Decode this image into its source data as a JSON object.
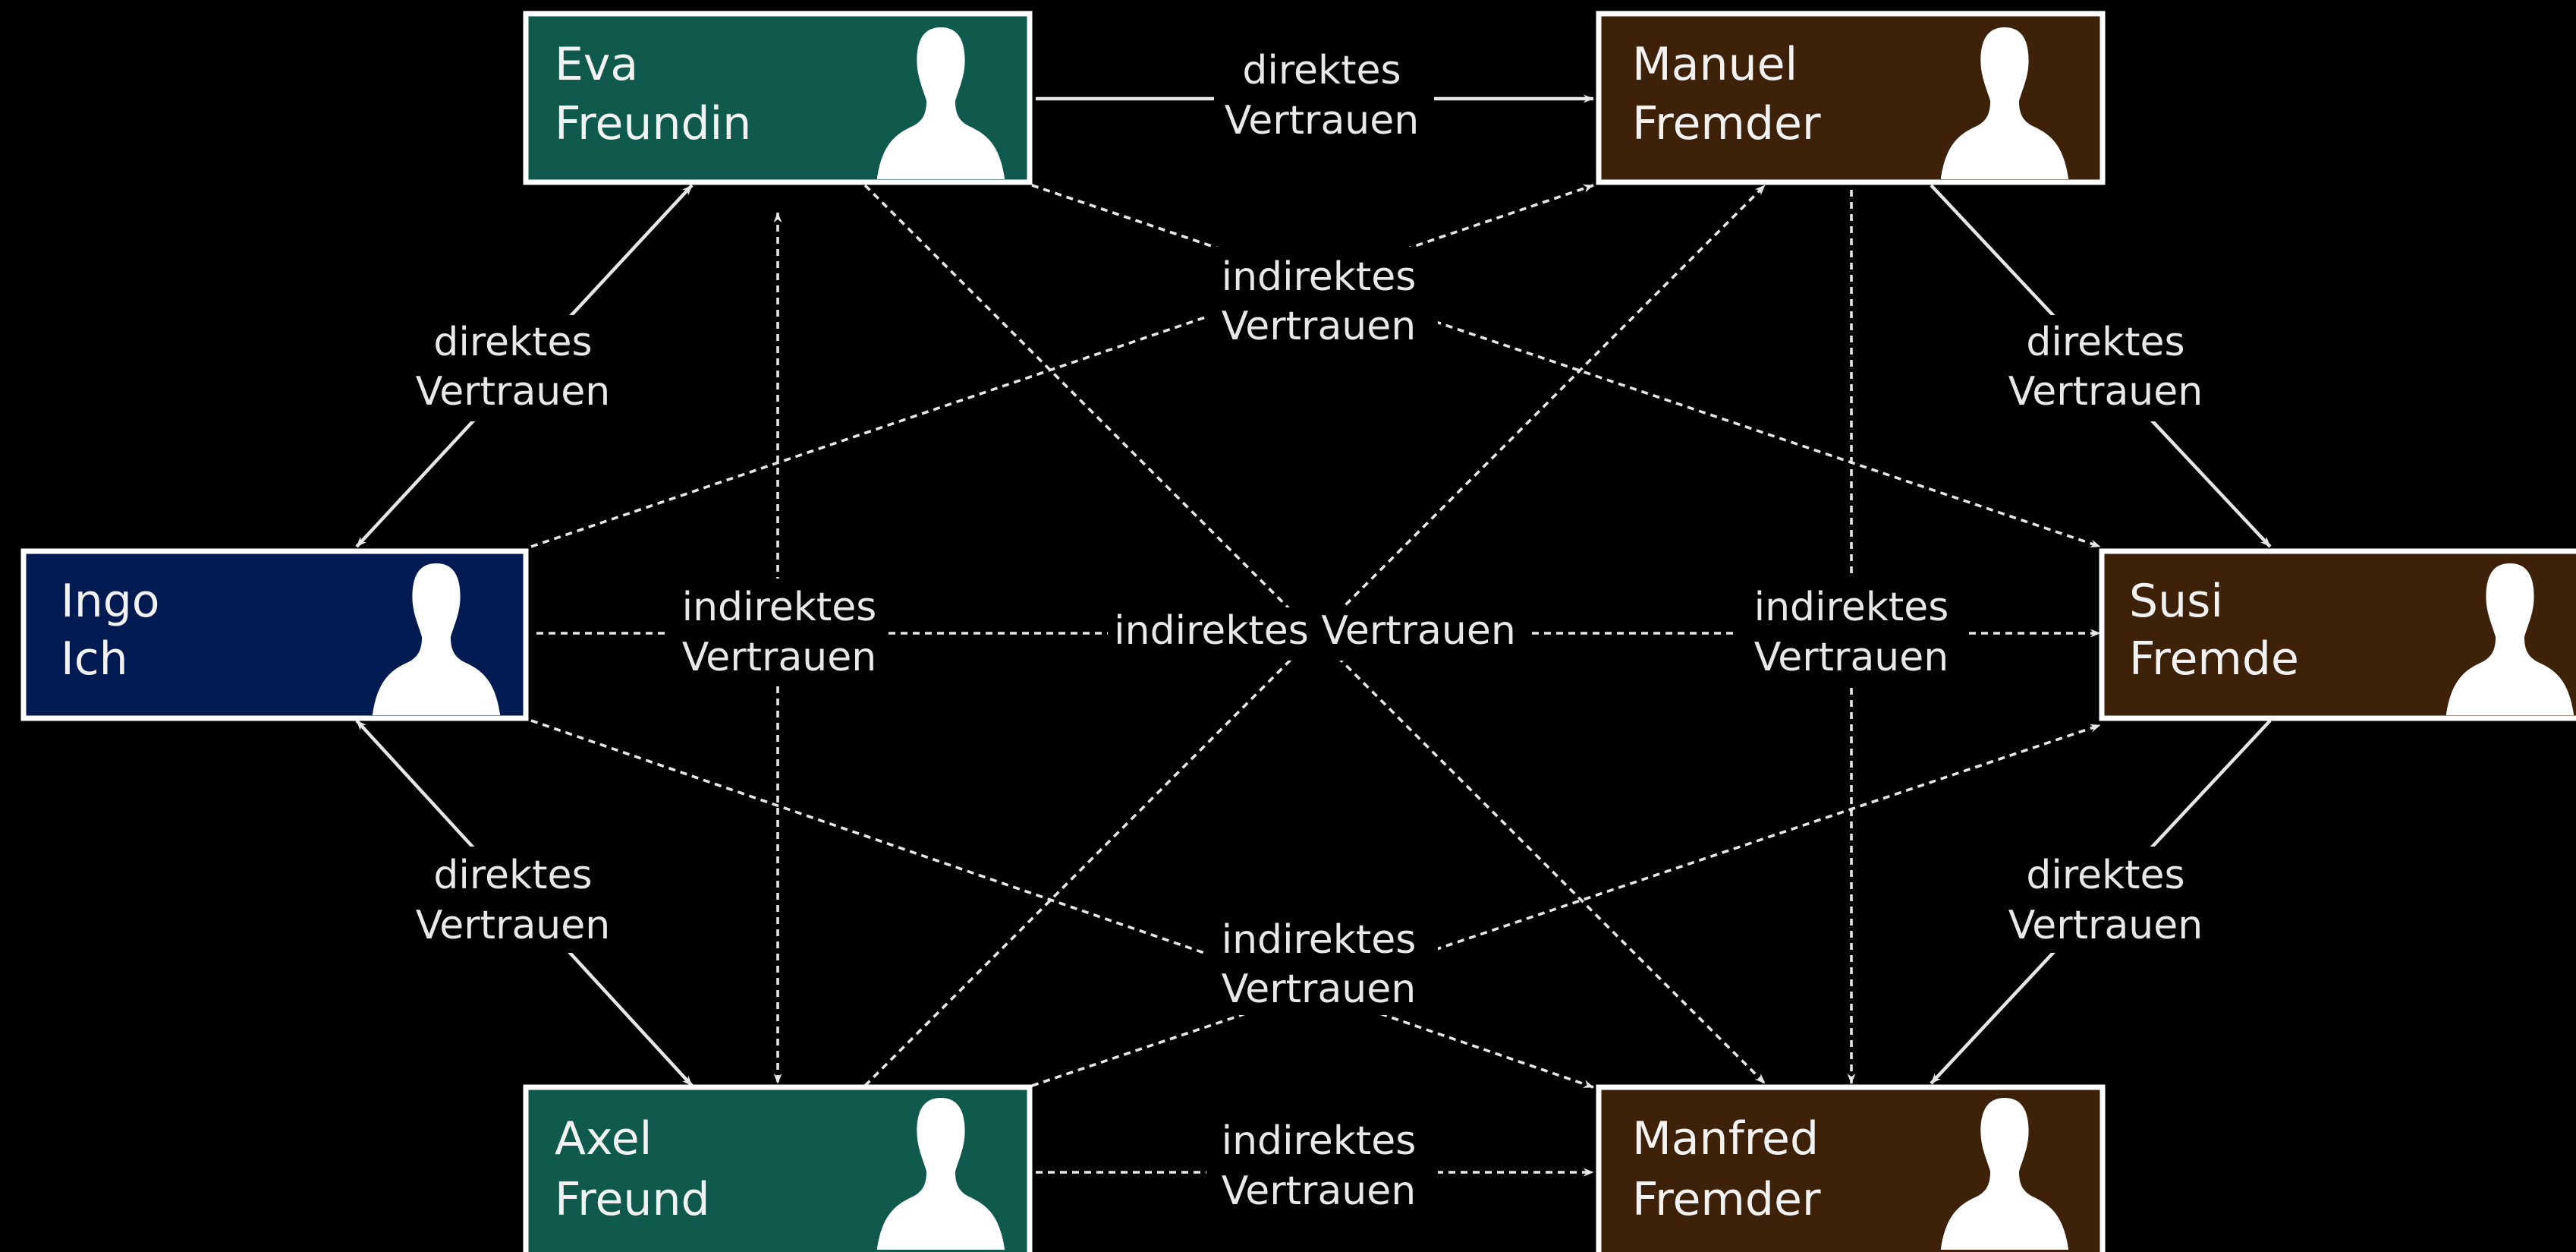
{
  "colors": {
    "background": "#000000",
    "self": "#001a52",
    "friend": "#0f5a4c",
    "stranger": "#3d2108",
    "line": "#e6e6e6"
  },
  "nodes": {
    "eva": {
      "line1": "Eva",
      "line2": "Freundin",
      "role": "friend",
      "icon": "person-silhouette-icon"
    },
    "manuel": {
      "line1": "Manuel",
      "line2": "Fremder",
      "role": "stranger",
      "icon": "person-silhouette-icon"
    },
    "ingo": {
      "line1": "Ingo",
      "line2": "Ich",
      "role": "self",
      "icon": "person-silhouette-icon"
    },
    "susi": {
      "line1": "Susi",
      "line2": "Fremde",
      "role": "stranger",
      "icon": "person-silhouette-icon"
    },
    "axel": {
      "line1": "Axel",
      "line2": "Freund",
      "role": "friend",
      "icon": "person-silhouette-icon"
    },
    "manfred": {
      "line1": "Manfred",
      "line2": "Fremder",
      "role": "stranger",
      "icon": "person-silhouette-icon"
    }
  },
  "labels": {
    "direct_l1": "direktes",
    "indirect_l1": "indirektes",
    "l2": "Vertrauen",
    "indirect_single": "indirektes Vertrauen"
  }
}
